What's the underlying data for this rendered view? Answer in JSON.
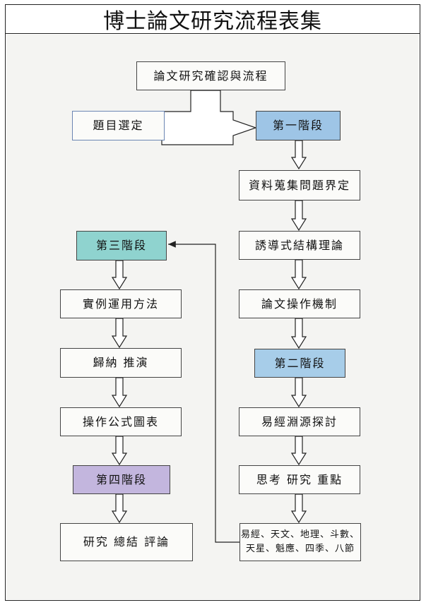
{
  "title": "博士論文研究流程表集",
  "boxes": {
    "confirm": "論文研究確認與流程",
    "topic": "題目選定",
    "stage1": "第一階段",
    "collect": "資料蒐集問題界定",
    "induction": "誘導式結構理論",
    "mechanism": "論文操作機制",
    "stage2": "第二階段",
    "yijing": "易經淵源探討",
    "focus": "思考 研究 重點",
    "subjects_line1": "易經、天文、地理、斗數、",
    "subjects_line2": "天星、魁應、四季、八節",
    "stage3": "第三階段",
    "practice": "實例運用方法",
    "deduce": "歸納 推演",
    "formula": "操作公式圖表",
    "stage4": "第四階段",
    "conclusion": "研究 總結 評論"
  },
  "colors": {
    "stage1": "#9ec5e6",
    "stage2": "#a7cde9",
    "stage3": "#8fd3cf",
    "stage4": "#c3b6de"
  }
}
